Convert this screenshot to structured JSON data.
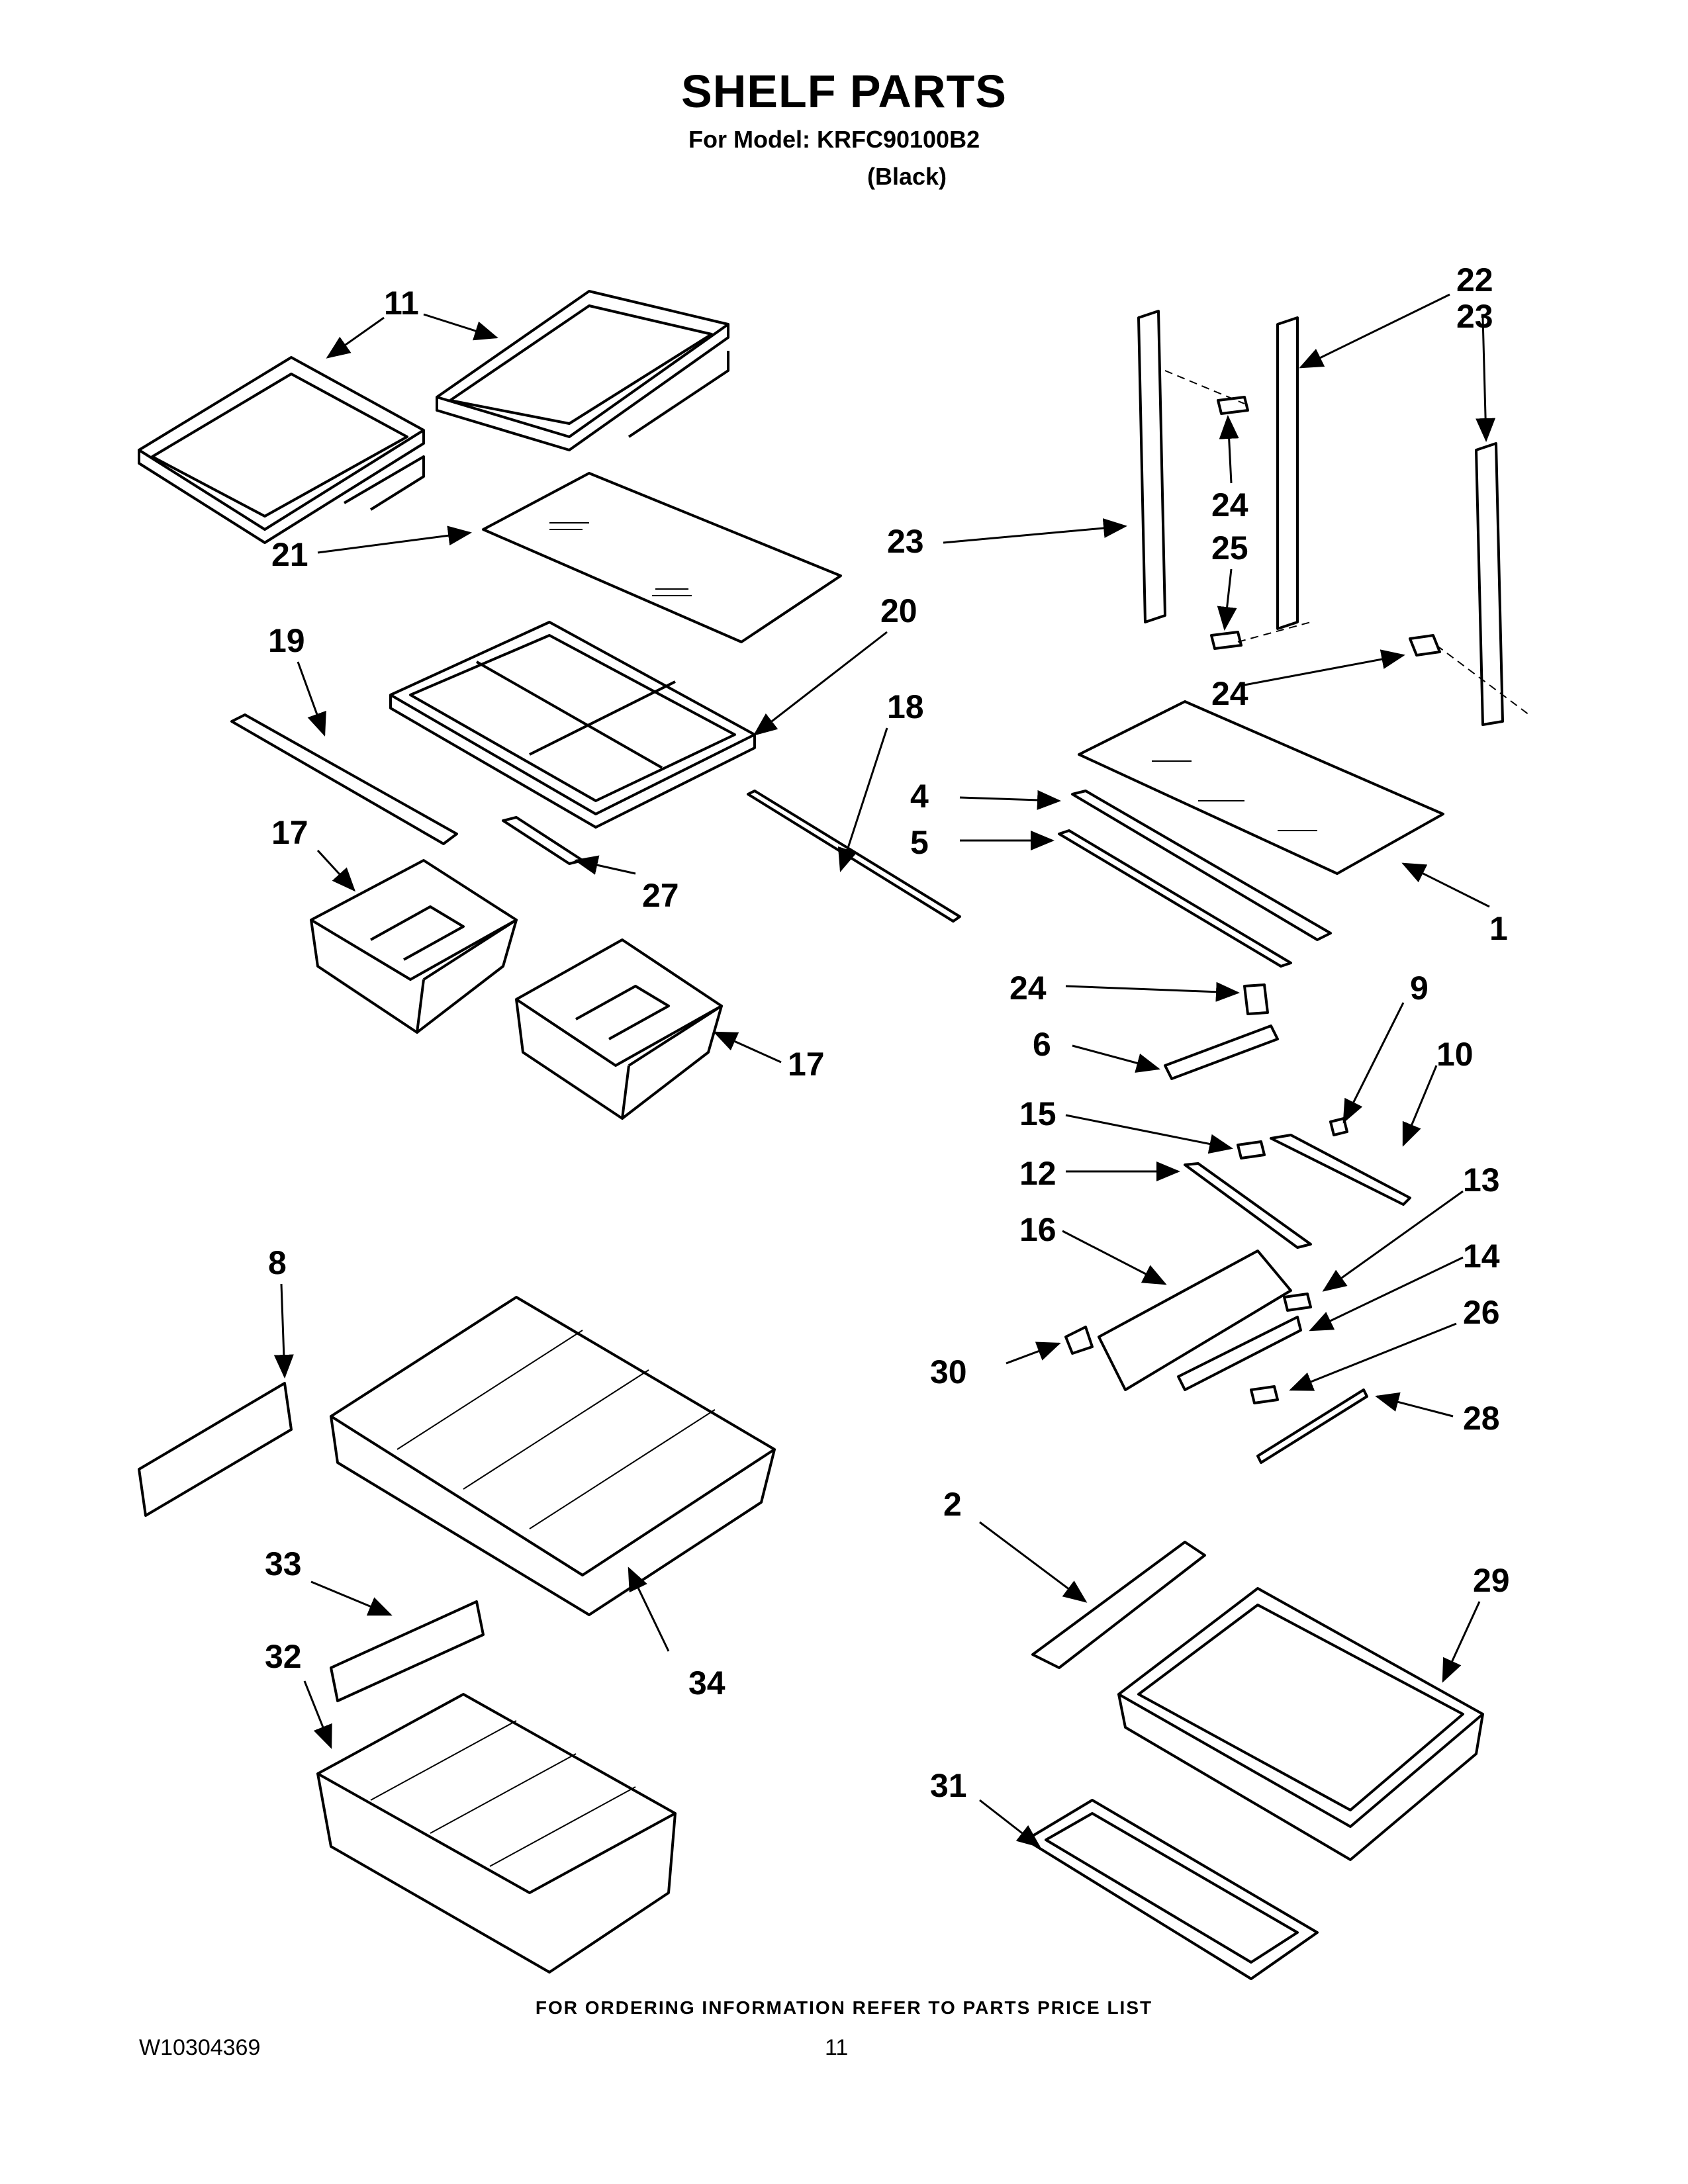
{
  "header": {
    "title": "SHELF PARTS",
    "model_line": "For Model: KRFC90100B2",
    "color_line": "(Black)"
  },
  "footer": {
    "ordering_note": "FOR ORDERING INFORMATION REFER TO PARTS PRICE LIST",
    "document_number": "W10304369",
    "page_number": "11"
  },
  "callouts": {
    "c1": "1",
    "c2": "2",
    "c4": "4",
    "c5": "5",
    "c6": "6",
    "c8": "8",
    "c9": "9",
    "c10": "10",
    "c11": "11",
    "c12": "12",
    "c13": "13",
    "c14": "14",
    "c15": "15",
    "c16": "16",
    "c17a": "17",
    "c17b": "17",
    "c18": "18",
    "c19": "19",
    "c20": "20",
    "c21": "21",
    "c22": "22",
    "c23a": "23",
    "c23b": "23",
    "c24a": "24",
    "c24b": "24",
    "c24c": "24",
    "c25": "25",
    "c26": "26",
    "c27": "27",
    "c28": "28",
    "c29": "29",
    "c30": "30",
    "c31": "31",
    "c32": "32",
    "c33": "33",
    "c34": "34"
  }
}
